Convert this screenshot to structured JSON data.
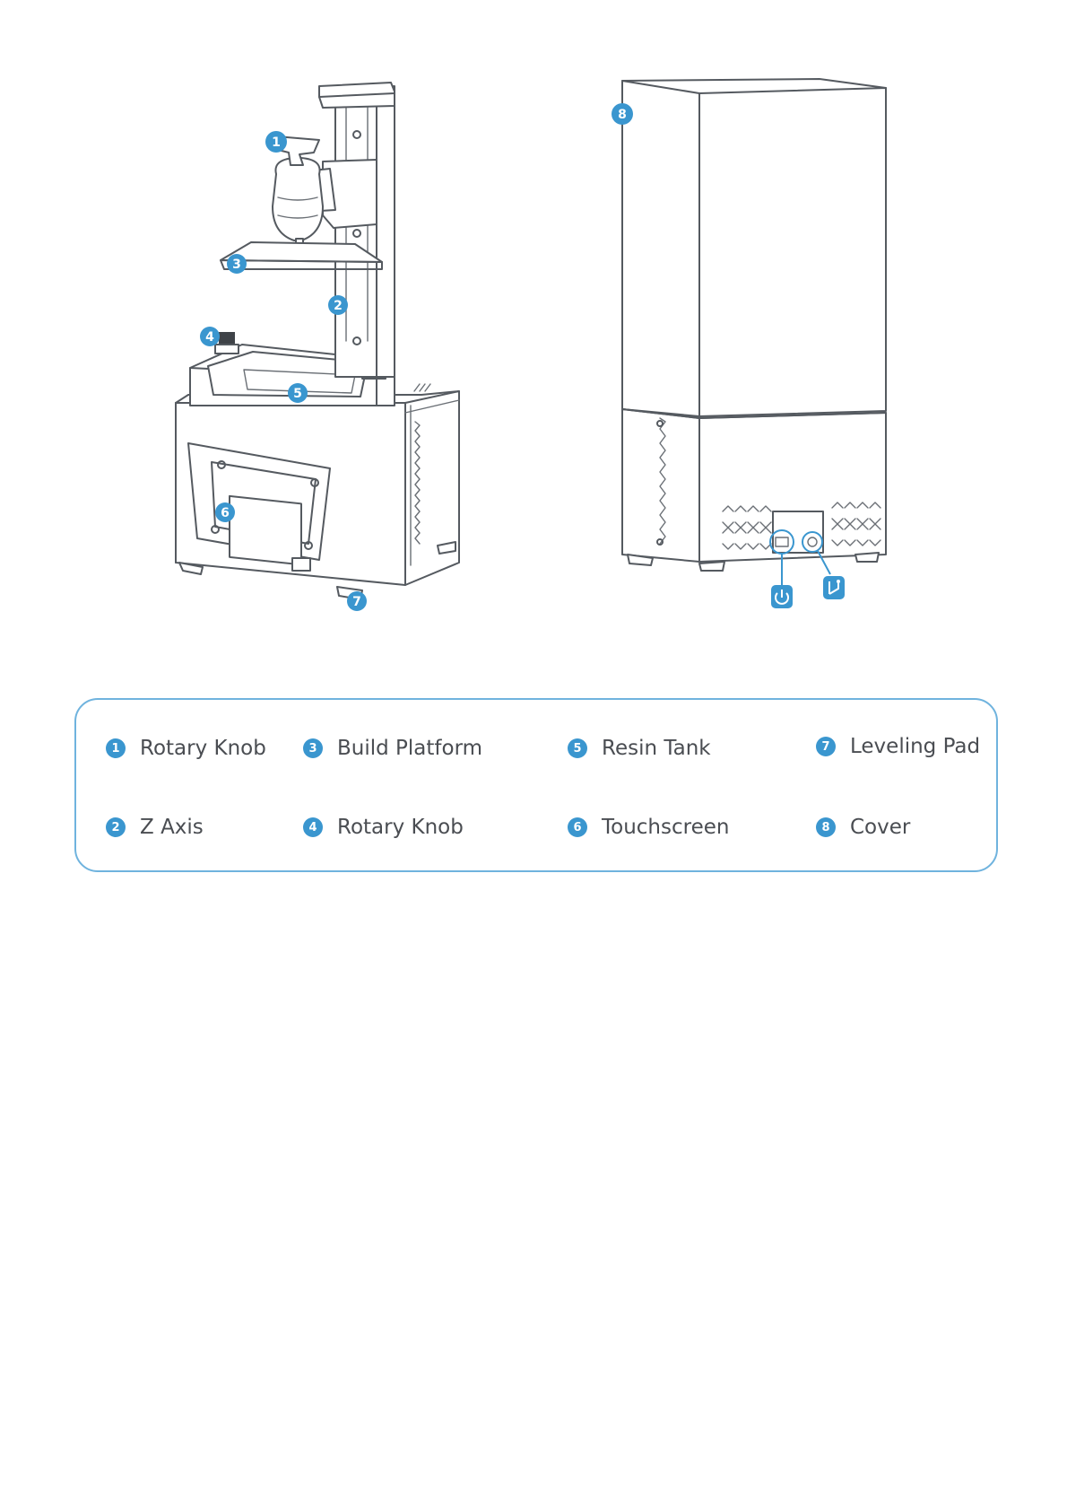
{
  "legend": {
    "items": [
      {
        "num": "1",
        "label": "Rotary Knob"
      },
      {
        "num": "2",
        "label": "Z Axis"
      },
      {
        "num": "3",
        "label": "Build Platform"
      },
      {
        "num": "4",
        "label": "Rotary Knob"
      },
      {
        "num": "5",
        "label": "Resin Tank"
      },
      {
        "num": "6",
        "label": "Touchscreen"
      },
      {
        "num": "7",
        "label": "Leveling Pad"
      },
      {
        "num": "8",
        "label": "Cover"
      }
    ]
  },
  "callouts": [
    "1",
    "2",
    "3",
    "4",
    "5",
    "6",
    "7",
    "8"
  ],
  "port_icons": [
    "power-icon",
    "usb-icon"
  ],
  "colors": {
    "accent": "#3a96cf",
    "border": "#6fb3de",
    "line": "#555a60",
    "text": "#4a4d52"
  }
}
